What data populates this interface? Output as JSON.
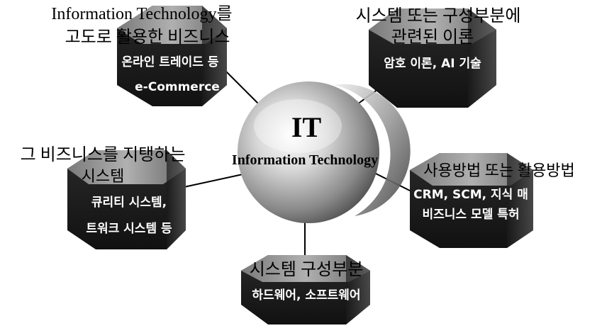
{
  "center": {
    "title": "IT",
    "subtitle": "Information Technology"
  },
  "nodes": {
    "top_left": {
      "caption_line1": "Information Technology를",
      "caption_line2": "고도로 활용한 비즈니스",
      "inner_line1": "온라인 트레이드 등",
      "inner_line2": "e-Commerce"
    },
    "top_right": {
      "caption_line1": "시스템 또는 구성부분에",
      "caption_line2": "관련된 이론",
      "inner_line1": "암호 이론, AI 기술"
    },
    "left": {
      "caption_line1": "그 비즈니스를 지탱하는",
      "caption_line2": "시스템",
      "inner_line1": "큐리티 시스템,",
      "inner_line2": "트워크 시스템 등"
    },
    "right": {
      "caption_line1": "사용방법 또는 활용방법",
      "inner_line1": "CRM, SCM, 지식 매",
      "inner_line2": "비즈니스 모델 특허"
    },
    "bottom": {
      "caption_line1": "시스템 구성부분",
      "inner_line1": "하드웨어, 소프트웨어"
    }
  }
}
